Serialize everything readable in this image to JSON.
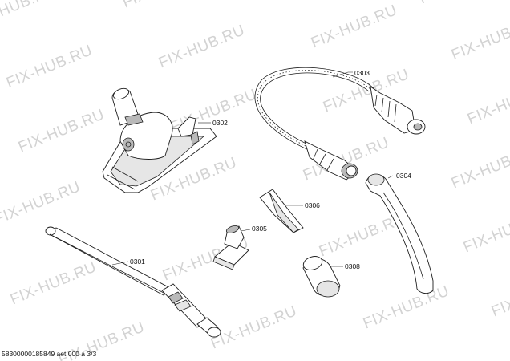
{
  "watermark_text": "FIX-HUB.RU",
  "parts": {
    "p0301": "0301",
    "p0302": "0302",
    "p0303": "0303",
    "p0304": "0304",
    "p0305": "0305",
    "p0306": "0306",
    "p0308": "0308"
  },
  "footer_text": "58300000185849 aet 000 a 3/3"
}
